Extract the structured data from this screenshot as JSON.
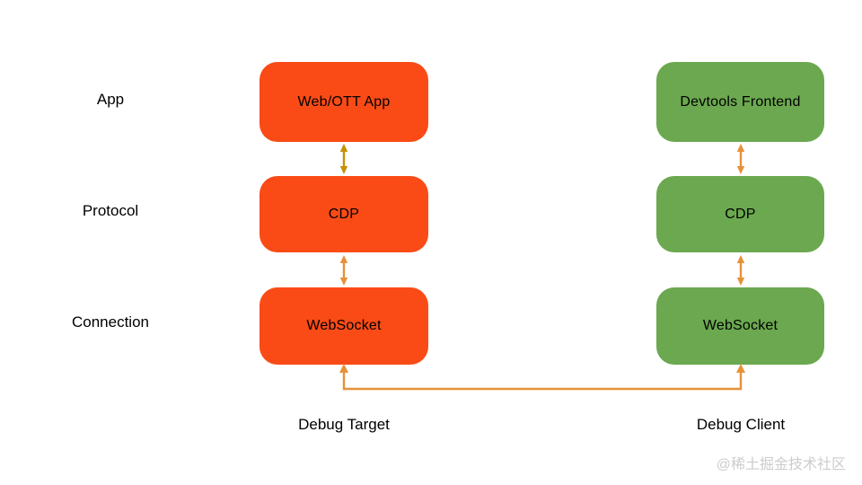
{
  "diagram": {
    "rows": [
      {
        "label": "App"
      },
      {
        "label": "Protocol"
      },
      {
        "label": "Connection"
      }
    ],
    "columns": {
      "target": {
        "boxes": [
          {
            "label": "Web/OTT App"
          },
          {
            "label": "CDP"
          },
          {
            "label": "WebSocket"
          }
        ],
        "caption": "Debug Target"
      },
      "client": {
        "boxes": [
          {
            "label": "Devtools Frontend"
          },
          {
            "label": "CDP"
          },
          {
            "label": "WebSocket"
          }
        ],
        "caption": "Debug Client"
      }
    },
    "arrows": {
      "vertical_style": "double-headed",
      "websocket_link_style": "u-shaped, arrowheads at both ends"
    }
  },
  "watermark": "@稀土掘金技术社区",
  "colors": {
    "target_box": "#FA4B16",
    "client_box": "#6BA84F",
    "arrow_gold": "#C49102",
    "arrow_orange": "#E69138",
    "text": "#000000",
    "watermark_text": "#CCCCCC",
    "background": "#FFFFFF"
  }
}
